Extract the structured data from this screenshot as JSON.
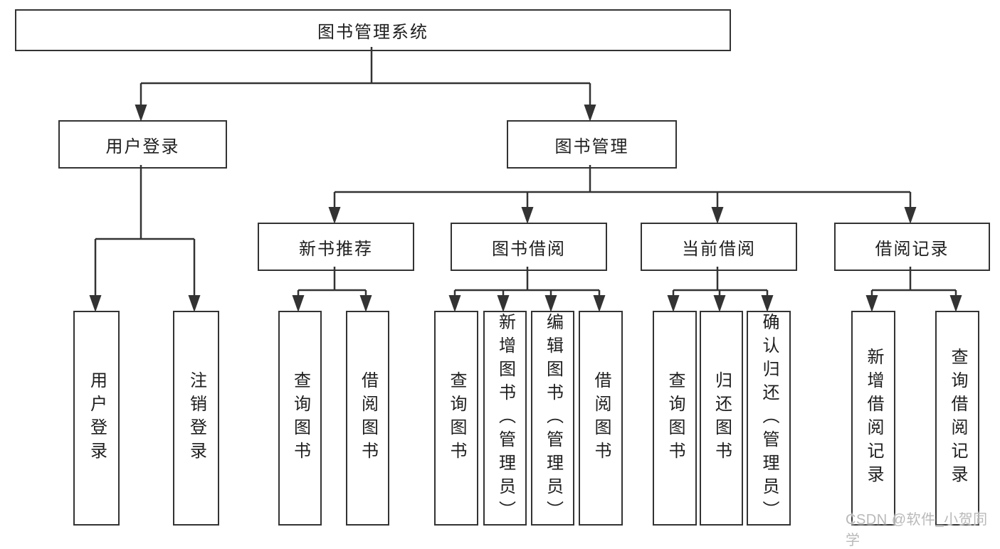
{
  "colors": {
    "line": "#333333",
    "text": "#1e1e1e",
    "box_fill": "#ffffff",
    "watermark": "#b9b9b9",
    "background": "#ffffff"
  },
  "watermark": "CSDN @软件_小贺同学",
  "diagram": {
    "type": "hierarchy-tree",
    "root": {
      "label": "图书管理系统"
    },
    "level2": [
      {
        "label": "用户登录"
      },
      {
        "label": "图书管理"
      }
    ],
    "level3": [
      {
        "label": "新书推荐",
        "parent": "图书管理"
      },
      {
        "label": "图书借阅",
        "parent": "图书管理"
      },
      {
        "label": "当前借阅",
        "parent": "图书管理"
      },
      {
        "label": "借阅记录",
        "parent": "图书管理"
      }
    ],
    "leaves": [
      {
        "label": "用户登录",
        "parent": "用户登录"
      },
      {
        "label": "注销登录",
        "parent": "用户登录"
      },
      {
        "label": "查询图书",
        "parent": "新书推荐"
      },
      {
        "label": "借阅图书",
        "parent": "新书推荐"
      },
      {
        "label": "查询图书",
        "parent": "图书借阅"
      },
      {
        "label": "新增图书（管理员）",
        "parent": "图书借阅"
      },
      {
        "label": "编辑图书（管理员）",
        "parent": "图书借阅"
      },
      {
        "label": "借阅图书",
        "parent": "图书借阅"
      },
      {
        "label": "查询图书",
        "parent": "当前借阅"
      },
      {
        "label": "归还图书",
        "parent": "当前借阅"
      },
      {
        "label": "确认归还（管理员）",
        "parent": "当前借阅"
      },
      {
        "label": "新增借阅记录",
        "parent": "借阅记录"
      },
      {
        "label": "查询借阅记录",
        "parent": "借阅记录"
      }
    ]
  }
}
